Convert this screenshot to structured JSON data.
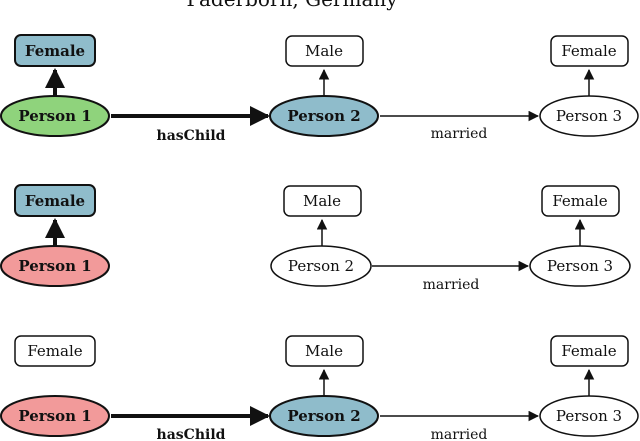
{
  "header_text": "Paderborn, Germany",
  "colors": {
    "blue": "#8fbccb",
    "green": "#8fd37c",
    "red": "#f29a9a",
    "white": "#ffffff",
    "stroke": "#111111"
  },
  "rows": [
    {
      "type_left": "Female",
      "person1": "Person 1",
      "person2": "Person 2",
      "type_mid": "Male",
      "person3": "Person 3",
      "type_right": "Female",
      "edge_has_child": "hasChild",
      "edge_married": "married"
    },
    {
      "type_left": "Female",
      "person1": "Person 1",
      "person2": "Person 2",
      "type_mid": "Male",
      "person3": "Person 3",
      "type_right": "Female",
      "edge_married": "married"
    },
    {
      "type_left": "Female",
      "person1": "Person 1",
      "person2": "Person 2",
      "type_mid": "Male",
      "person3": "Person 3",
      "type_right": "Female",
      "edge_has_child": "hasChild",
      "edge_married": "married"
    }
  ]
}
